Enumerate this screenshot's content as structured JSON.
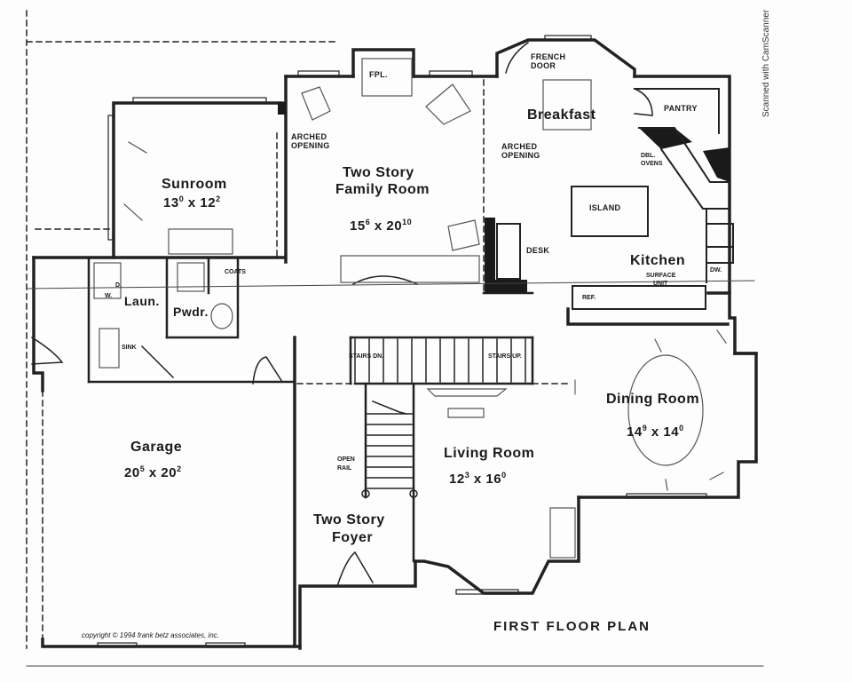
{
  "watermark": "Scanned with CamScanner",
  "plan_title": "FIRST FLOOR PLAN",
  "copyright": "copyright © 1994 frank betz associates, inc.",
  "rooms": {
    "sunroom": {
      "name": "Sunroom",
      "dim_a": "13",
      "dim_a_sup": "0",
      "dim_b": "12",
      "dim_b_sup": "2"
    },
    "family_room": {
      "line1": "Two Story",
      "line2": "Family Room",
      "dim_a": "15",
      "dim_a_sup": "6",
      "dim_b": "20",
      "dim_b_sup": "10"
    },
    "breakfast": {
      "name": "Breakfast"
    },
    "kitchen": {
      "name": "Kitchen"
    },
    "garage": {
      "name": "Garage",
      "dim_a": "20",
      "dim_a_sup": "5",
      "dim_b": "20",
      "dim_b_sup": "2"
    },
    "living_room": {
      "name": "Living Room",
      "dim_a": "12",
      "dim_a_sup": "3",
      "dim_b": "16",
      "dim_b_sup": "0"
    },
    "dining_room": {
      "name": "Dining Room",
      "dim_a": "14",
      "dim_a_sup": "9",
      "dim_b": "14",
      "dim_b_sup": "0"
    },
    "foyer": {
      "line1": "Two Story",
      "line2": "Foyer"
    },
    "laundry": {
      "name": "Laun."
    },
    "powder": {
      "name": "Pwdr."
    }
  },
  "labels": {
    "fpl": "FPL.",
    "french_door_1": "FRENCH",
    "french_door_2": "DOOR",
    "pantry": "PANTRY",
    "arched_opening_1a": "ARCHED",
    "arched_opening_1b": "OPENING",
    "arched_opening_2a": "ARCHED",
    "arched_opening_2b": "OPENING",
    "dbl_ovens_a": "DBL.",
    "dbl_ovens_b": "OVENS",
    "island": "ISLAND",
    "desk": "DESK",
    "coats": "COATS",
    "surface_unit_a": "SURFACE",
    "surface_unit_b": "UNIT",
    "ref": "REF.",
    "dw": "DW.",
    "stairs_dn": "STAIRS DN.",
    "stairs_up": "STAIRS UP.",
    "open_rail_a": "OPEN",
    "open_rail_b": "RAIL",
    "sink": "SINK",
    "w": "W.",
    "d": "D."
  }
}
